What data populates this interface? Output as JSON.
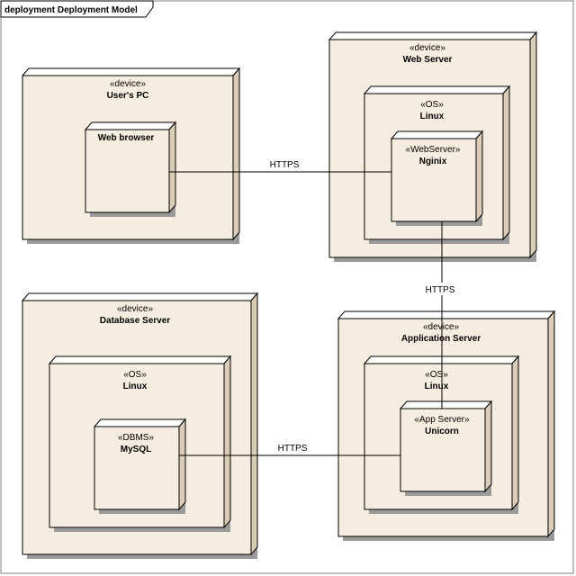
{
  "frame": {
    "label": "deployment Deployment Model"
  },
  "nodes": {
    "users_pc": {
      "stereotype": "«device»",
      "name": "User's PC"
    },
    "web_browser": {
      "stereotype": "",
      "name": "Web browser"
    },
    "web_server": {
      "stereotype": "«device»",
      "name": "Web Server"
    },
    "web_linux": {
      "stereotype": "«OS»",
      "name": "Linux"
    },
    "nginx": {
      "stereotype": "«WebServer»",
      "name": "Nginix"
    },
    "db_server": {
      "stereotype": "«device»",
      "name": "Database Server"
    },
    "db_linux": {
      "stereotype": "«OS»",
      "name": "Linux"
    },
    "mysql": {
      "stereotype": "«DBMS»",
      "name": "MySQL"
    },
    "app_server": {
      "stereotype": "«device»",
      "name": "Application Server"
    },
    "app_linux": {
      "stereotype": "«OS»",
      "name": "Linux"
    },
    "unicorn": {
      "stereotype": "«App Server»",
      "name": "Unicorn"
    }
  },
  "connections": {
    "browser_nginx": {
      "label": "HTTPS"
    },
    "nginx_unicorn": {
      "label": "HTTPS"
    },
    "mysql_unicorn": {
      "label": "HTTPS"
    }
  }
}
